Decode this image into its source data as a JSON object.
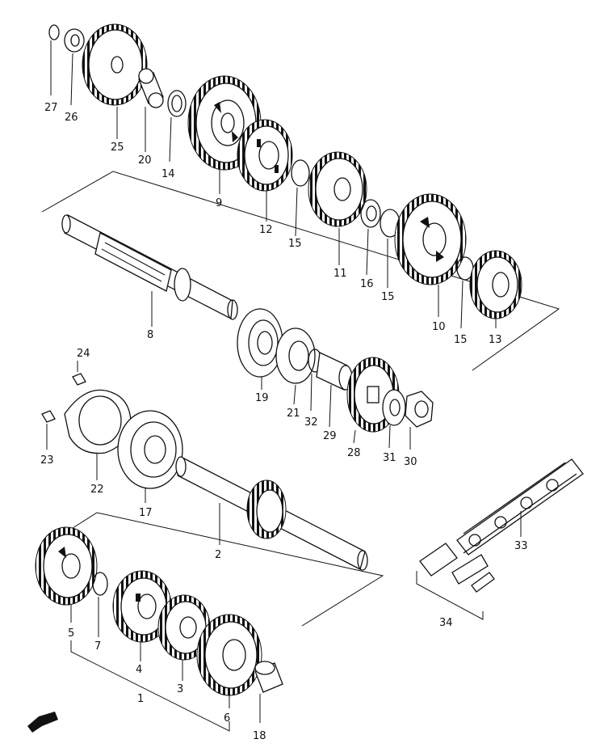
{
  "labels": [
    {
      "id": "27",
      "text": "27"
    },
    {
      "id": "26",
      "text": "26"
    },
    {
      "id": "25",
      "text": "25"
    },
    {
      "id": "20",
      "text": "20"
    },
    {
      "id": "14",
      "text": "14"
    },
    {
      "id": "9",
      "text": "9"
    },
    {
      "id": "12",
      "text": "12"
    },
    {
      "id": "15a",
      "text": "15"
    },
    {
      "id": "11",
      "text": "11"
    },
    {
      "id": "16",
      "text": "16"
    },
    {
      "id": "15b",
      "text": "15"
    },
    {
      "id": "10",
      "text": "10"
    },
    {
      "id": "15c",
      "text": "15"
    },
    {
      "id": "13",
      "text": "13"
    },
    {
      "id": "8",
      "text": "8"
    },
    {
      "id": "24",
      "text": "24"
    },
    {
      "id": "19",
      "text": "19"
    },
    {
      "id": "21",
      "text": "21"
    },
    {
      "id": "32",
      "text": "32"
    },
    {
      "id": "29",
      "text": "29"
    },
    {
      "id": "28",
      "text": "28"
    },
    {
      "id": "31",
      "text": "31"
    },
    {
      "id": "30",
      "text": "30"
    },
    {
      "id": "23",
      "text": "23"
    },
    {
      "id": "22",
      "text": "22"
    },
    {
      "id": "17",
      "text": "17"
    },
    {
      "id": "2",
      "text": "2"
    },
    {
      "id": "33",
      "text": "33"
    },
    {
      "id": "34",
      "text": "34"
    },
    {
      "id": "5",
      "text": "5"
    },
    {
      "id": "7",
      "text": "7"
    },
    {
      "id": "4",
      "text": "4"
    },
    {
      "id": "3",
      "text": "3"
    },
    {
      "id": "1",
      "text": "1"
    },
    {
      "id": "6",
      "text": "6"
    },
    {
      "id": "18",
      "text": "18"
    }
  ]
}
